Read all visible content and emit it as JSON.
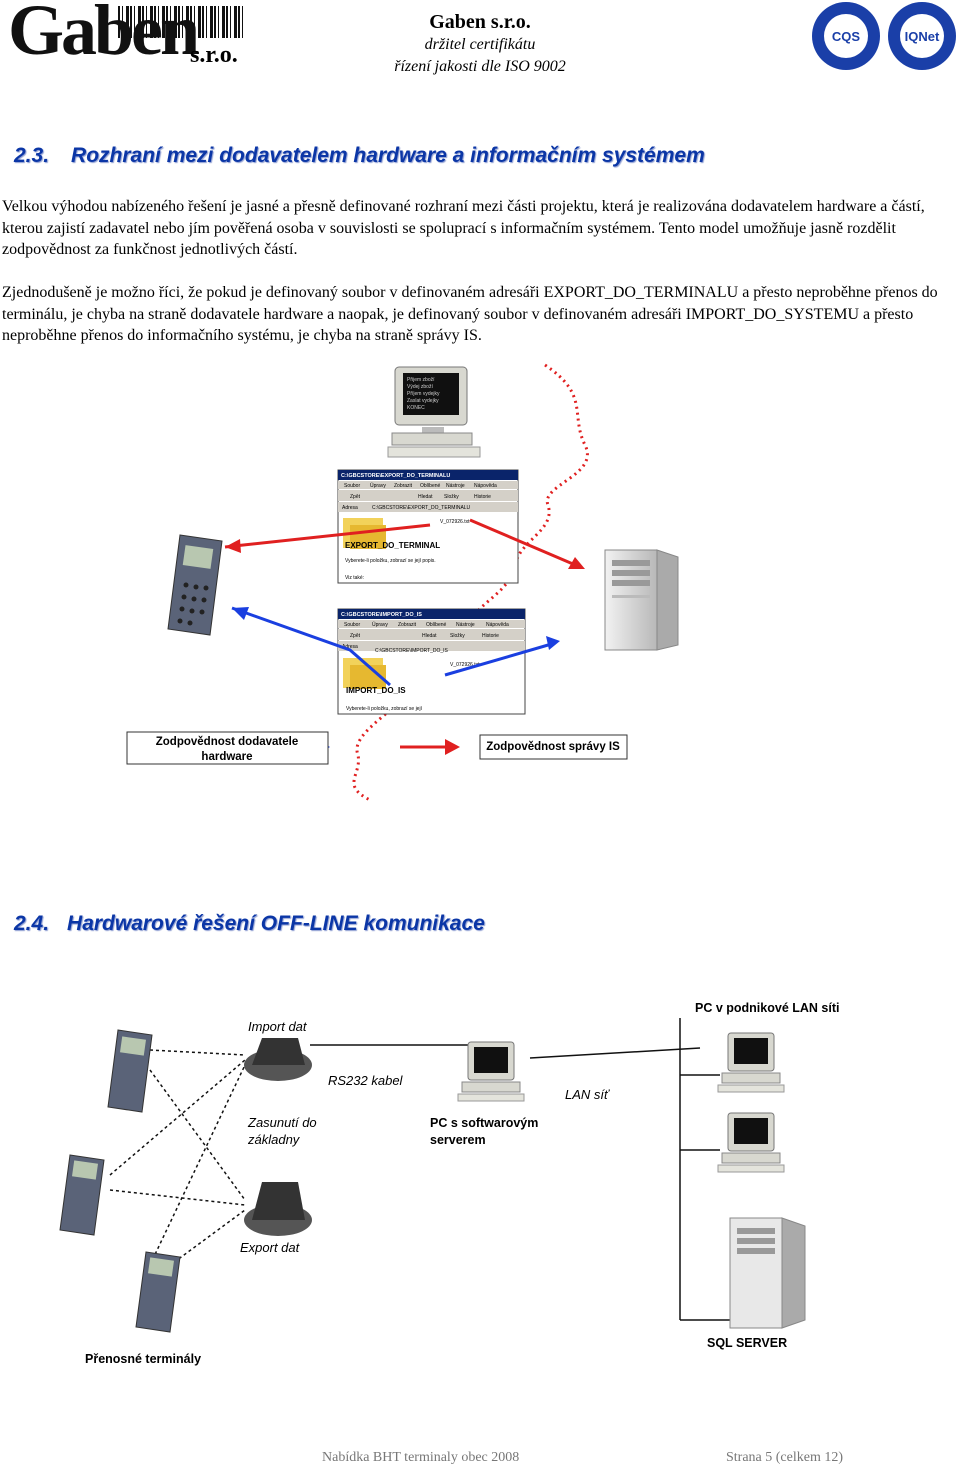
{
  "header": {
    "logo_text": "Gaben",
    "logo_suffix": "s.r.o.",
    "company": "Gaben s.r.o.",
    "line1": "držitel certifikátu",
    "line2": "řízení jakosti dle ISO 9002",
    "cert1_text": "CQS",
    "cert2_text": "IQNet"
  },
  "section1": {
    "number": "2.3.",
    "title": "Rozhraní mezi dodavatelem hardware a informačním systémem",
    "para1": "Velkou výhodou nabízeného řešení je jasné a přesně definované rozhraní mezi části projektu, která je realizována dodavatelem hardware a částí, kterou zajistí zadavatel nebo jím pověřená osoba v souvislosti se spoluprací s informačním systémem. Tento model umožňuje jasně rozdělit zodpovědnost za funkčnost jednotlivých částí.",
    "para2": "Zjednodušeně je možno říci, že pokud je definovaný soubor v definovaném adresáři EXPORT_DO_TERMINALU a přesto neproběhne přenos do terminálu, je chyba na straně dodavatele hardware a naopak, je definovaný soubor v definovaném adresáři IMPORT_DO_SYSTEMU a přesto neproběhne přenos do informačního systému, je chyba na straně správy IS."
  },
  "diagram1": {
    "window_export": {
      "title": "C:\\GBCSTORE\\EXPORT_DO_TERMINALU",
      "menu": [
        "Soubor",
        "Úpravy",
        "Zobrazit",
        "Oblíbené",
        "Nástroje",
        "Nápověda"
      ],
      "toolbar": [
        "Zpět",
        "Hledat",
        "Složky",
        "Historie"
      ],
      "address_label": "Adresa",
      "address": "C:\\GBCSTORE\\EXPORT_DO_TERMINALU",
      "file": "V_072926.txt",
      "folder_label": "EXPORT_DO_TERMINAL",
      "hint": "Vyberete-li položku, zobrazí se její popis.",
      "see_also": "Viz také:"
    },
    "window_import": {
      "title": "C:\\GBCSTORE\\IMPORT_DO_IS",
      "menu": [
        "Soubor",
        "Úpravy",
        "Zobrazit",
        "Oblíbené",
        "Nástroje",
        "Nápověda"
      ],
      "toolbar": [
        "Zpět",
        "Hledat",
        "Složky",
        "Historie"
      ],
      "address_label": "Adresa",
      "address": "C:\\GBCSTORE\\IMPORT_DO_IS",
      "file": "V_072926.txt",
      "folder_label": "IMPORT_DO_IS",
      "hint": "Vyberete-li položku, zobrazí se její"
    },
    "label_left_1": "Zodpovědnost dodavatele",
    "label_left_2": "hardware",
    "label_right": "Zodpovědnost správy IS",
    "screen_lines": [
      "Přijem zboží",
      "Výdej zboží",
      "Příjem vydejky",
      "Zaslat vydejky",
      "KONEC"
    ]
  },
  "section2": {
    "number": "2.4.",
    "title": "Hardwarové řešení OFF-LINE komunikace"
  },
  "diagram2": {
    "import_label": "Import dat",
    "rs232_label": "RS232 kabel",
    "cradle_label_1": "Zasunutí do",
    "cradle_label_2": "základny",
    "pc_label_1": "PC s softwarovým",
    "pc_label_2": "serverem",
    "export_label": "Export dat",
    "lan_label": "LAN síť",
    "lan_pc_label": "PC v podnikové LAN síti",
    "sql_label": "SQL SERVER",
    "terminals_label": "Přenosné terminály"
  },
  "footer": {
    "left": "Nabídka BHT terminaly obec 2008",
    "right": "Strana 5 (celkem 12)"
  }
}
